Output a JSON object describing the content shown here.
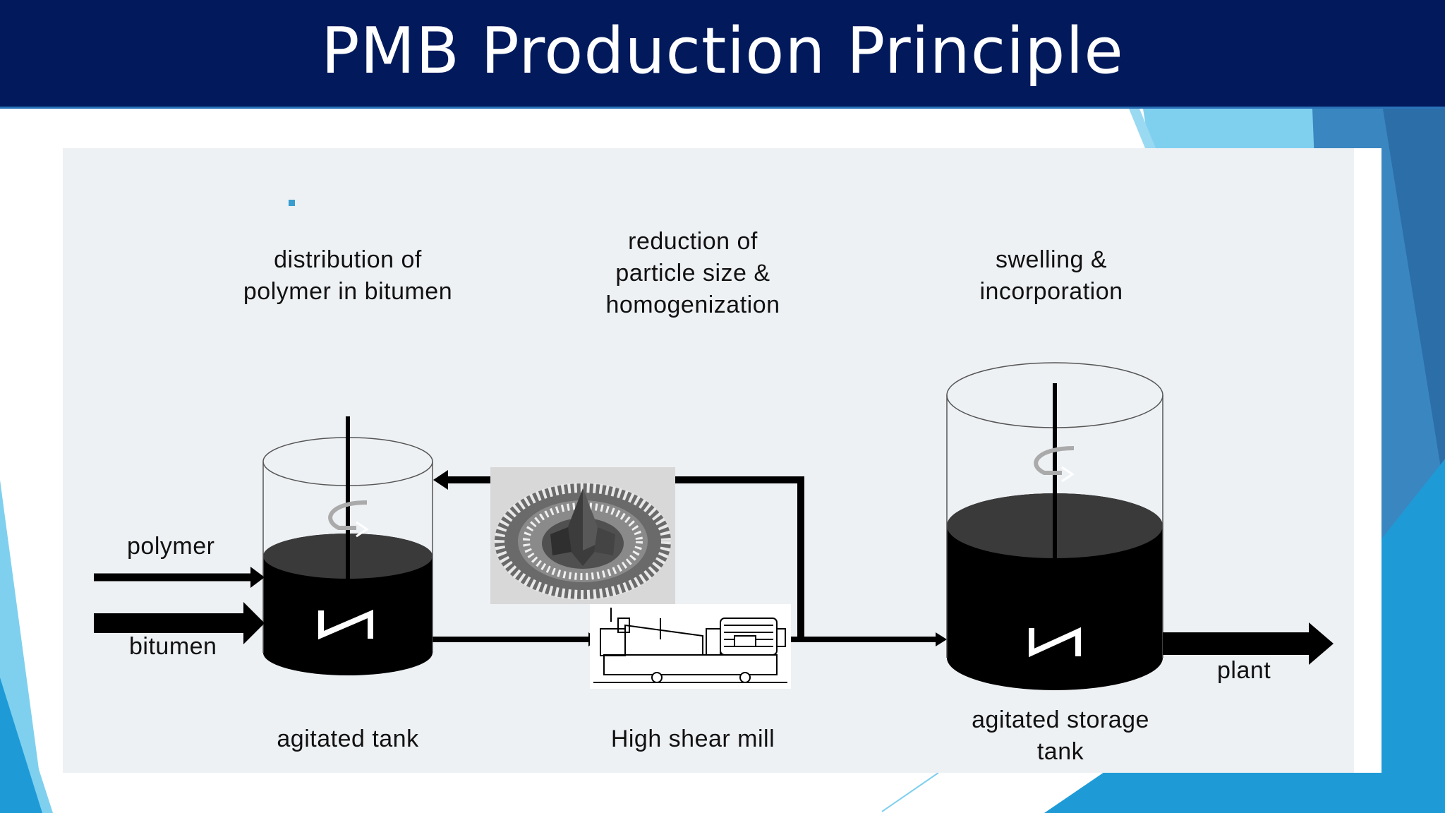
{
  "slide": {
    "title": "PMB Production Principle"
  },
  "diagram": {
    "stages": {
      "distribution": [
        "distribution of",
        "polymer in bitumen"
      ],
      "reduction": [
        "reduction of",
        "particle size &",
        "homogenization"
      ],
      "swelling": [
        "swelling &",
        "incorporation"
      ]
    },
    "inputs": {
      "polymer": "polymer",
      "bitumen": "bitumen"
    },
    "output": "plant",
    "equipment": {
      "agitated_tank": "agitated tank",
      "mill": "High shear mill",
      "storage": [
        "agitated storage",
        "tank"
      ]
    }
  },
  "colors": {
    "title_bar": "#021a5c",
    "panel": "#eef1f4",
    "accent_blue": "#1e9bd7",
    "light_blue": "#7fd0ef",
    "liquid": "#000000"
  }
}
